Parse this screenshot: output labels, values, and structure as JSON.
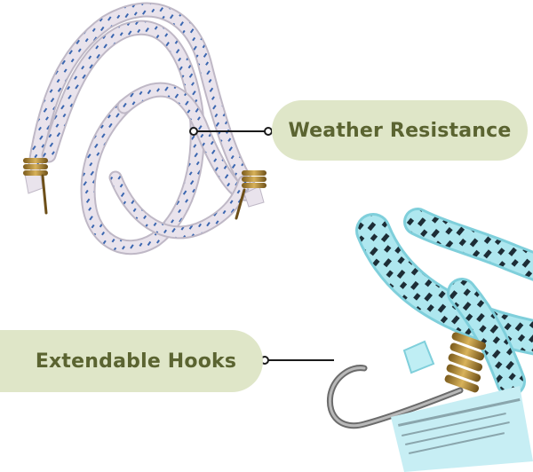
{
  "features": [
    {
      "label": "Weather Resistance"
    },
    {
      "label": "Extendable Hooks"
    }
  ],
  "product_images": [
    {
      "name": "white-bungee-cord-coil",
      "cord_color": "#e7e1ea",
      "stripe_color": "#2f5fa8"
    },
    {
      "name": "blue-bungee-cord-hook",
      "cord_color": "#a9e6ee",
      "stripe_color": "#1a2b33"
    }
  ],
  "colors": {
    "pill_background": "#dfe6c8",
    "pill_text": "#5b6431",
    "connector": "#1a1a1a"
  }
}
